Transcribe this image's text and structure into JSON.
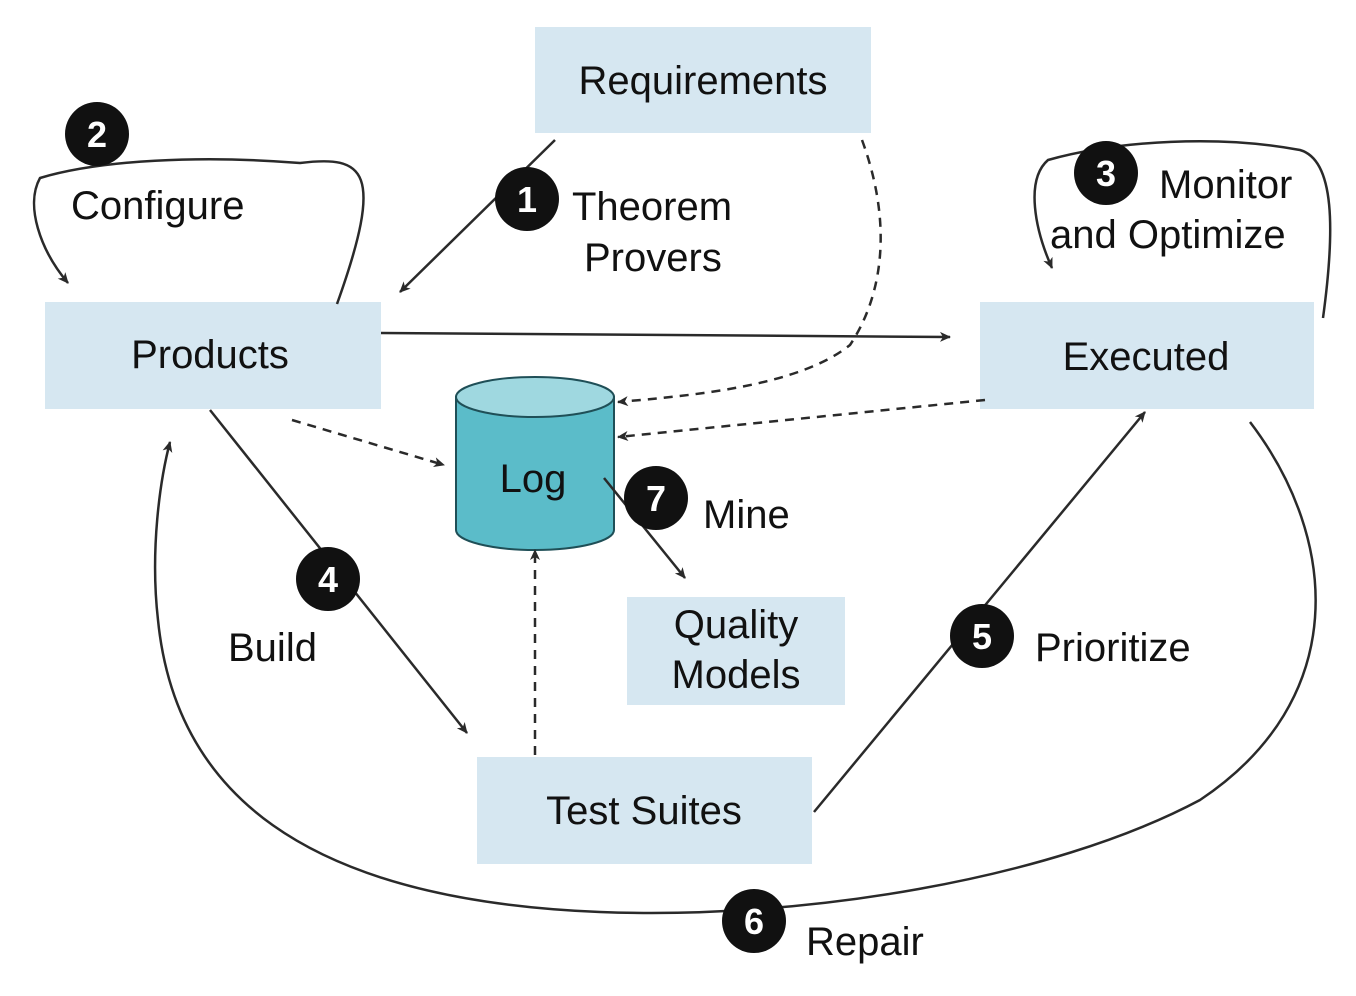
{
  "nodes": {
    "requirements": "Requirements",
    "products": "Products",
    "executed": "Executed",
    "log": "Log",
    "quality_models": [
      "Quality",
      "Models"
    ],
    "test_suites": "Test Suites"
  },
  "steps": [
    {
      "number": "1",
      "label": [
        "Theorem",
        "Provers"
      ]
    },
    {
      "number": "2",
      "label": [
        "Configure"
      ]
    },
    {
      "number": "3",
      "label": [
        "Monitor",
        "and Optimize"
      ]
    },
    {
      "number": "4",
      "label": [
        "Build"
      ]
    },
    {
      "number": "5",
      "label": [
        "Prioritize"
      ]
    },
    {
      "number": "6",
      "label": [
        "Repair"
      ]
    },
    {
      "number": "7",
      "label": [
        "Mine"
      ]
    }
  ],
  "colors": {
    "box_fill": "#d6e7f1",
    "cylinder_fill": "#5bbcc9",
    "cylinder_top": "#9fd8e0",
    "badge_fill": "#111111",
    "line": "#2a2a2a"
  }
}
